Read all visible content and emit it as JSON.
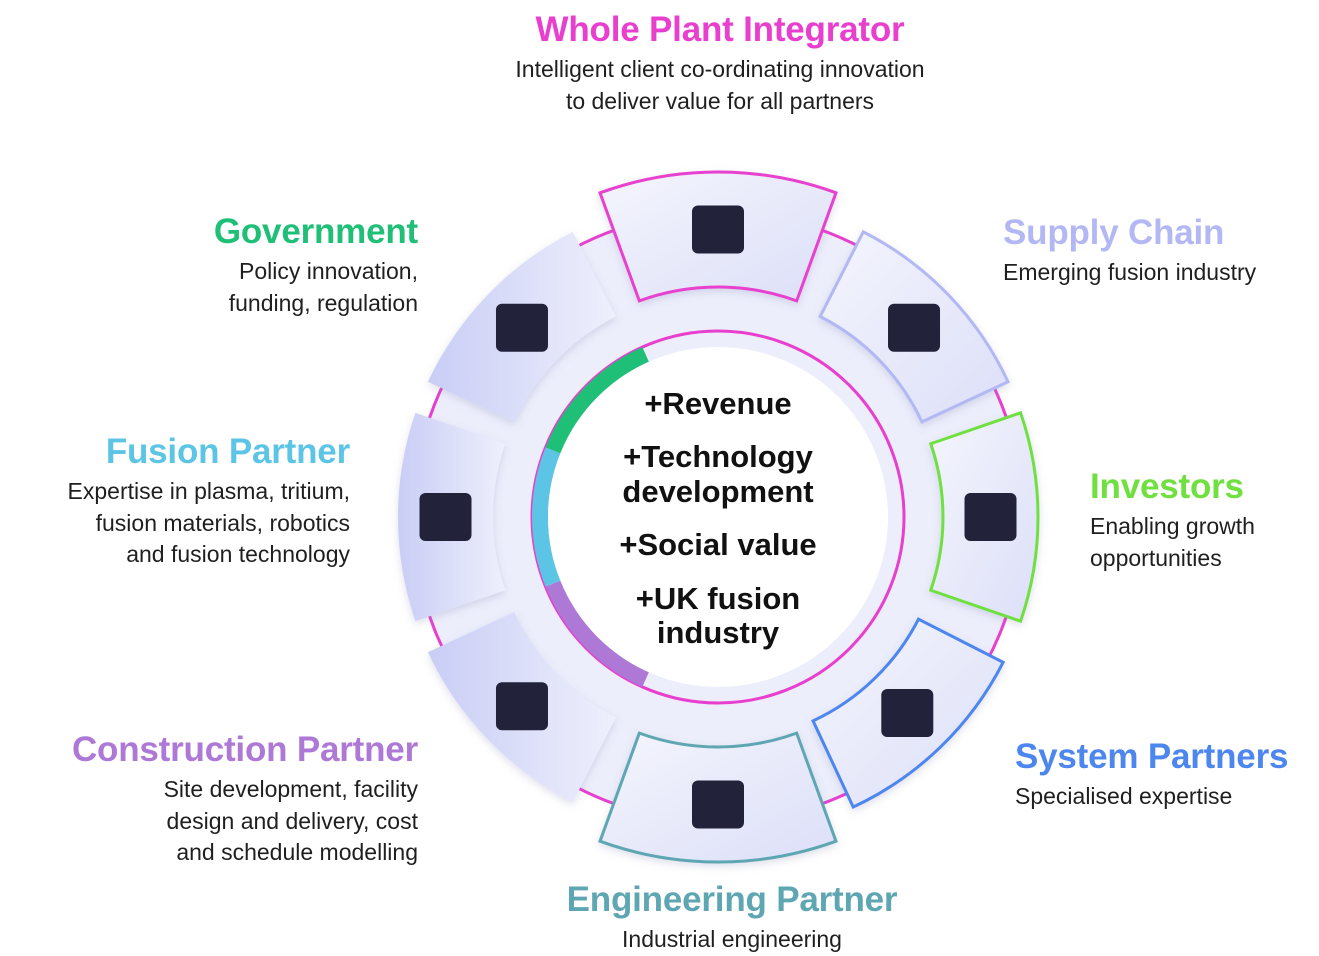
{
  "center": {
    "benefits": [
      "+Revenue",
      "+Technology",
      "development",
      "+Social value",
      "+UK fusion",
      "industry"
    ]
  },
  "partners": [
    {
      "id": "whole-plant-integrator",
      "title": "Whole Plant Integrator",
      "lines": [
        "Intelligent client co-ordinating innovation",
        "to deliver value for all partners"
      ],
      "color": "#e83fcf",
      "icon": "reactor-plant-icon"
    },
    {
      "id": "supply-chain",
      "title": "Supply Chain",
      "lines": [
        "Emerging fusion industry"
      ],
      "color": "#b3b8f4",
      "icon": "factory-truck-icon"
    },
    {
      "id": "investors",
      "title": "Investors",
      "lines": [
        "Enabling growth",
        "opportunities"
      ],
      "color": "#6fe03f",
      "icon": "money-stack-icon"
    },
    {
      "id": "system-partners",
      "title": "System Partners",
      "lines": [
        "Specialised expertise"
      ],
      "color": "#4d86ee",
      "icon": "share-nodes-icon"
    },
    {
      "id": "engineering-partner",
      "title": "Engineering Partner",
      "lines": [
        "Industrial engineering"
      ],
      "color": "#5fa6b3",
      "icon": "gear-wrench-icon"
    },
    {
      "id": "construction-partner",
      "title": "Construction Partner",
      "lines": [
        "Site development, facility",
        "design and delivery, cost",
        "and schedule modelling"
      ],
      "color": "#ad78d6",
      "icon": "hard-hat-icon"
    },
    {
      "id": "fusion-partner",
      "title": "Fusion Partner",
      "lines": [
        "Expertise in plasma, tritium,",
        "fusion materials, robotics",
        "and fusion technology"
      ],
      "color": "#5cc5e6",
      "icon": "fusion-star-icon"
    },
    {
      "id": "government",
      "title": "Government",
      "lines": [
        "Policy innovation,",
        "funding, regulation"
      ],
      "color": "#1fbf78",
      "icon": "government-building-icon"
    }
  ]
}
